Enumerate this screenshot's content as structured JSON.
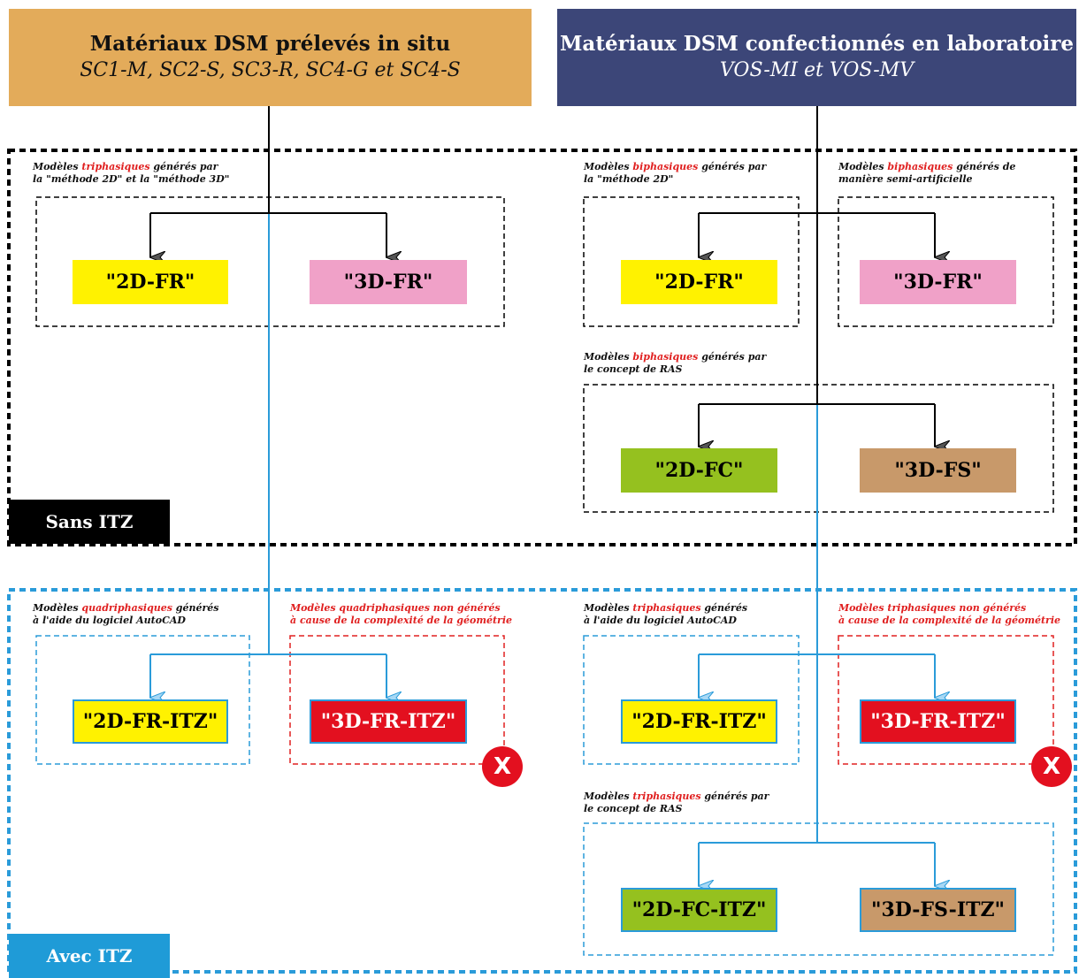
{
  "colors": {
    "orange_box": "#e3ab5a",
    "navy_box": "#3c4678",
    "yellow": "#fff200",
    "pink": "#f0a1c8",
    "green": "#95c11f",
    "tan": "#c8996a",
    "red": "#e3101f",
    "blue_line": "#2a9bd9",
    "black": "#000000"
  },
  "top_left": {
    "title": "Matériaux DSM prélevés in situ",
    "subtitle": "SC1-M, SC2-S, SC3-R, SC4-G et SC4-S"
  },
  "top_right": {
    "title": "Matériaux DSM confectionnés en laboratoire",
    "subtitle": "VOS-MI et VOS-MV"
  },
  "sans_itz": {
    "label": "Sans ITZ",
    "group_left": {
      "caption_pre": "Modèles ",
      "caption_hl": "triphasiques",
      "caption_post": " générés par",
      "caption_line2": "la \"méthode 2D\" et la \"méthode 3D\""
    },
    "group_right_a": {
      "caption_pre": "Modèles ",
      "caption_hl": "biphasiques",
      "caption_post": " générés par",
      "caption_line2": "la \"méthode 2D\""
    },
    "group_right_b": {
      "caption_pre": "Modèles ",
      "caption_hl": "biphasiques",
      "caption_post": " générés de",
      "caption_line2": "manière semi-artificielle"
    },
    "group_ras": {
      "caption_pre": "Modèles ",
      "caption_hl": "biphasiques",
      "caption_post": " générés par",
      "caption_line2": "le concept de RAS"
    },
    "models": {
      "left_2d": "\"2D-FR\"",
      "left_3d": "\"3D-FR\"",
      "right_2d": "\"2D-FR\"",
      "right_3d": "\"3D-FR\"",
      "ras_2d": "\"2D-FC\"",
      "ras_3d": "\"3D-FS\""
    }
  },
  "avec_itz": {
    "label": "Avec ITZ",
    "group_left": {
      "caption_pre": "Modèles ",
      "caption_hl": "quadriphasiques",
      "caption_post": " générés",
      "caption_line2": "à l'aide du logiciel AutoCAD"
    },
    "group_left_ng": {
      "caption_line1": "Modèles quadriphasiques non générés",
      "caption_line2": "à cause de la complexité de la géométrie"
    },
    "group_right": {
      "caption_pre": "Modèles ",
      "caption_hl": "triphasiques",
      "caption_post": " générés",
      "caption_line2": "à l'aide du logiciel AutoCAD"
    },
    "group_right_ng": {
      "caption_line1": "Modèles triphasiques non générés",
      "caption_line2": "à cause de la complexité de la géométrie"
    },
    "group_ras": {
      "caption_pre": "Modèles ",
      "caption_hl": "triphasiques",
      "caption_post": " générés par",
      "caption_line2": "le concept de RAS"
    },
    "models": {
      "left_2d": "\"2D-FR-ITZ\"",
      "left_3d": "\"3D-FR-ITZ\"",
      "right_2d": "\"2D-FR-ITZ\"",
      "right_3d": "\"3D-FR-ITZ\"",
      "ras_2d": "\"2D-FC-ITZ\"",
      "ras_3d": "\"3D-FS-ITZ\""
    },
    "not_generated_mark": "X"
  }
}
